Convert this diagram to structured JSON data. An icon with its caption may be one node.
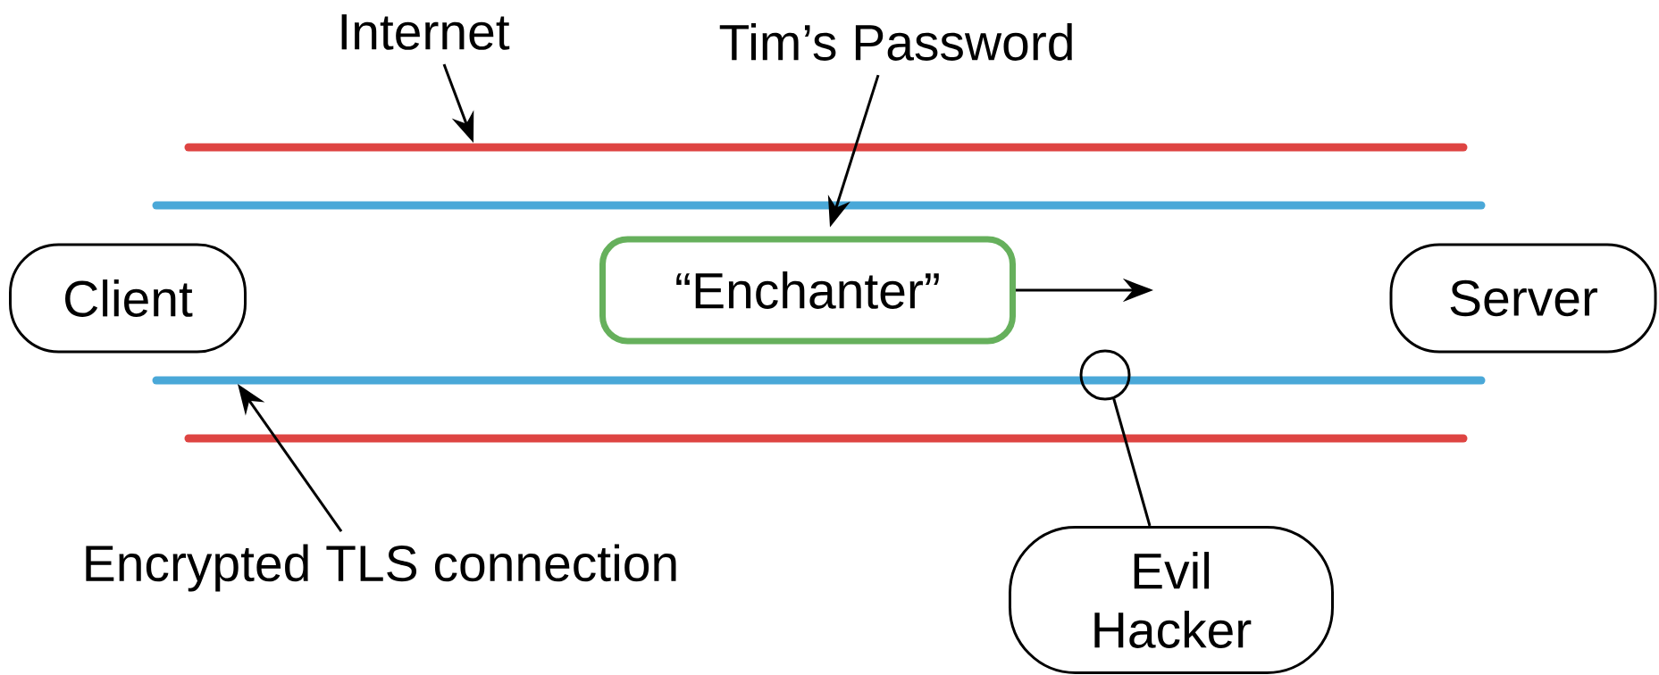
{
  "diagram": {
    "nodes": [
      {
        "text": [
          "Internet"
        ]
      },
      {
        "text": [
          "Tim’s Password"
        ]
      },
      {
        "text": [
          "Client"
        ]
      },
      {
        "text": [
          "“Enchanter”"
        ]
      },
      {
        "text": [
          "Server"
        ]
      },
      {
        "text": [],
        "shape": "circle"
      },
      {
        "text": [
          "Evil Hacker"
        ]
      },
      {
        "text": [
          "Encrypted TLS connection"
        ]
      }
    ],
    "edges": [
      {
        "from": 0,
        "to": null,
        "arrow": "to"
      },
      {
        "from": 1,
        "to": 3,
        "arrow": "to"
      },
      {
        "from": 3,
        "to": null,
        "arrow": "to"
      },
      {
        "from": 6,
        "to": 5,
        "arrow": "none"
      },
      {
        "from": 7,
        "to": null,
        "arrow": "to"
      }
    ]
  }
}
